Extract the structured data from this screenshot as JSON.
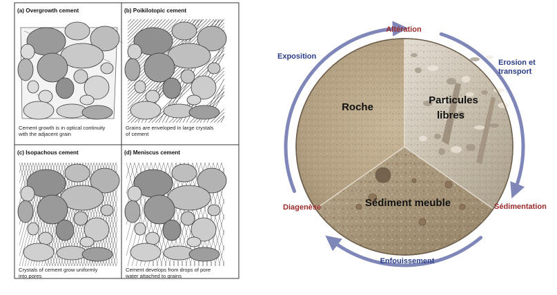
{
  "panels": [
    {
      "title": "(a) Overgrowth cement",
      "caption": [
        "Cement growth is in optical continuity",
        "with the adjacent grain"
      ],
      "style": "overgrowth"
    },
    {
      "title": "(b) Poikilotopic cement",
      "caption": [
        "Grains are enveloped in large crystals",
        "of cement"
      ],
      "style": "poikilotopic"
    },
    {
      "title": "(c) Isopachous cement",
      "caption": [
        "Crystals of cement grow uniformly",
        "into pores"
      ],
      "style": "isopachous"
    },
    {
      "title": "(d) Meniscus cement",
      "caption": [
        "Cement develops from drops of pore",
        "water attached to grains"
      ],
      "style": "meniscus"
    }
  ],
  "cycle": {
    "stages": {
      "alteration": "Altération",
      "erosion_line1": "Erosion et",
      "erosion_line2": "transport",
      "sedimentation": "Sédimentation",
      "enfouissement": "Enfouissement",
      "diagenese": "Diagenèse",
      "exposition": "Exposition"
    },
    "sectors": {
      "roche": "Roche",
      "particules_line1": "Particules",
      "particules_line2": "libres",
      "sediment": "Sédiment meuble"
    },
    "colors": {
      "red": "#9a2a2a",
      "blue": "#2a3c86",
      "arrow": "#7f86b8"
    }
  }
}
